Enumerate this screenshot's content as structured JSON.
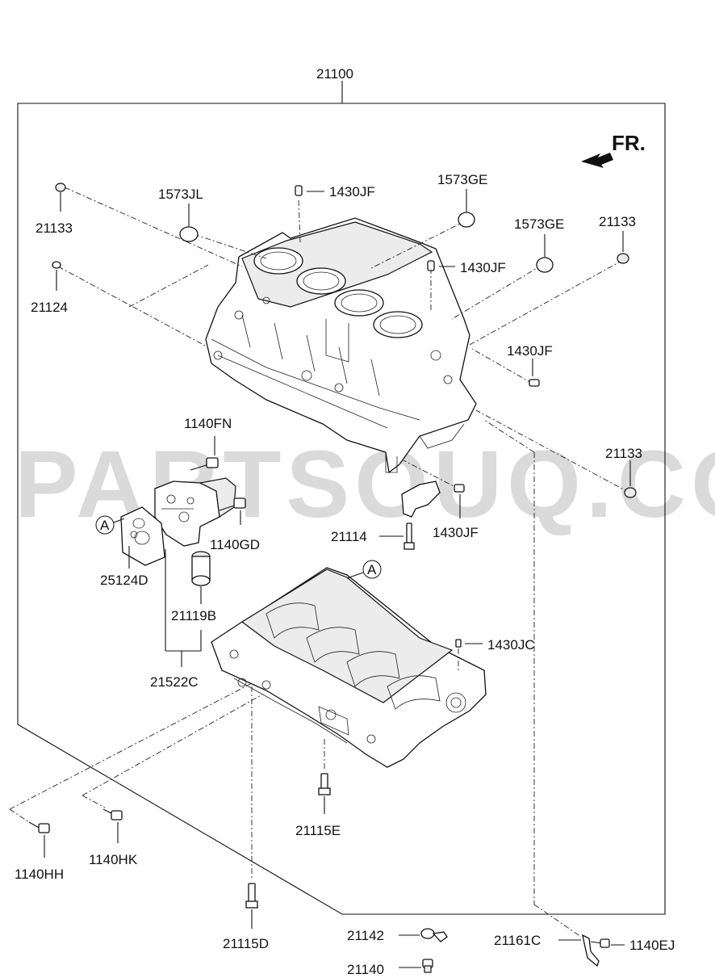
{
  "watermark": "PARTSOUQ.COM",
  "direction_label": "FR.",
  "ref_marker": "A",
  "labels": {
    "assembly": "21100",
    "plug_tl": "21133",
    "plug_tr": "21133",
    "plug_br": "21133",
    "pin_left": "21124",
    "cap_1573jl": "1573JL",
    "cap_1573ge_1": "1573GE",
    "cap_1573ge_2": "1573GE",
    "dowel_top": "1430JF",
    "dowel_mid": "1430JF",
    "dowel_right": "1430JF",
    "dowel_bottom": "1430JF",
    "dowel_ladder": "1430JC",
    "bolt_1140fn": "1140FN",
    "bolt_1140gd": "1140GD",
    "gasket": "25124D",
    "sleeve": "21119B",
    "ladder_assy": "21522C",
    "bolt_21114": "21114",
    "bolt_21115e": "21115E",
    "bolt_21115d": "21115D",
    "bolt_1140hh": "1140HH",
    "bolt_1140hk": "1140HK",
    "sensor_21142": "21142",
    "plug_21140": "21140",
    "bracket_21161c": "21161C",
    "bolt_1140ej": "1140EJ"
  }
}
